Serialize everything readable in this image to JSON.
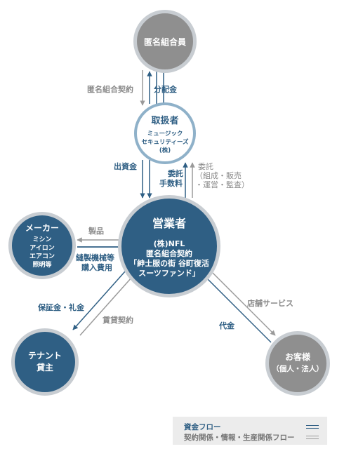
{
  "nodes": {
    "investor": "匿名組合員",
    "handler_title": "取扱者",
    "handler_name_1": "ミュージック",
    "handler_name_2": "セキュリティーズ(株)",
    "operator_title": "営業者",
    "operator_line_1": "(株)NFL",
    "operator_line_2": "匿名組合契約",
    "operator_line_3": "「紳士服の街 谷町復活",
    "operator_line_4": "スーツファンド」",
    "maker_title": "メーカー",
    "maker_item_1": "ミシン",
    "maker_item_2": "アイロン",
    "maker_item_3": "エアコン",
    "maker_item_4": "照明等",
    "tenant_line_1": "テナント",
    "tenant_line_2": "貸主",
    "customer_line_1": "お客様",
    "customer_line_2": "（個人・法人）"
  },
  "labels": {
    "investor_contract": "匿名組合契約",
    "distribution": "分配金",
    "investment": "出資金",
    "commission_1": "委託",
    "commission_2": "手数料",
    "entrust_1": "委託",
    "entrust_2": "（組成・販売",
    "entrust_3": "・運営・監査）",
    "product": "製品",
    "purchase_1": "縫製機械等",
    "purchase_2": "購入費用",
    "deposit": "保証金・礼金",
    "lease": "賃貸契約",
    "store_service": "店舗サービス",
    "payment": "代金"
  },
  "legend": {
    "money_flow": "資金フロー",
    "info_flow": "契約関係・情報・生産関係フロー"
  },
  "colors": {
    "money": "#2f5f84",
    "info": "#9a9a9a",
    "node_blue": "#2f5f84",
    "node_gray": "#8f8f8f"
  }
}
